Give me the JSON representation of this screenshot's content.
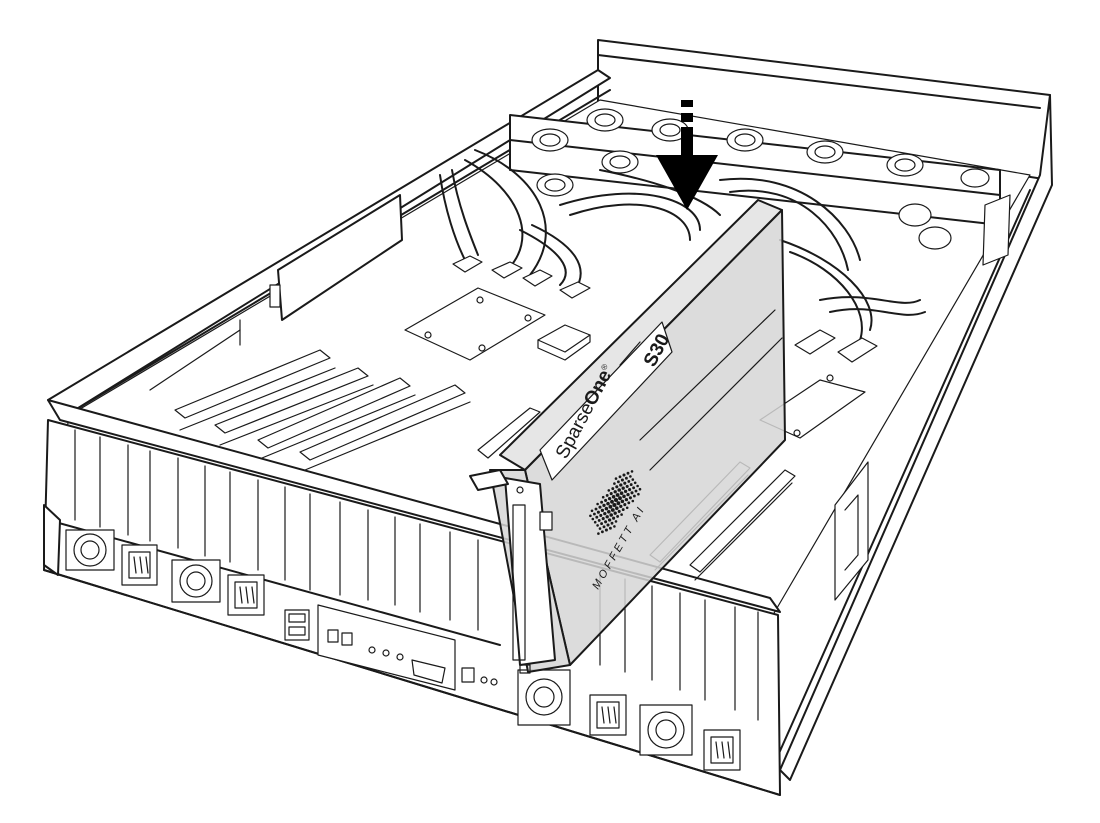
{
  "card": {
    "brand_prefix": "Sparse",
    "brand_suffix": "One",
    "brand_mark": "®",
    "model": "S30",
    "maker": "MOFFETT AI"
  },
  "colors": {
    "line": "#1a1a1a",
    "card_fill": "#d6d6d6",
    "background": "#ffffff"
  },
  "icons": [
    "down-arrow-icon",
    "fan-icon",
    "power-socket-icon",
    "usb-port-icon",
    "vga-port-icon",
    "mesh-logo-icon"
  ]
}
